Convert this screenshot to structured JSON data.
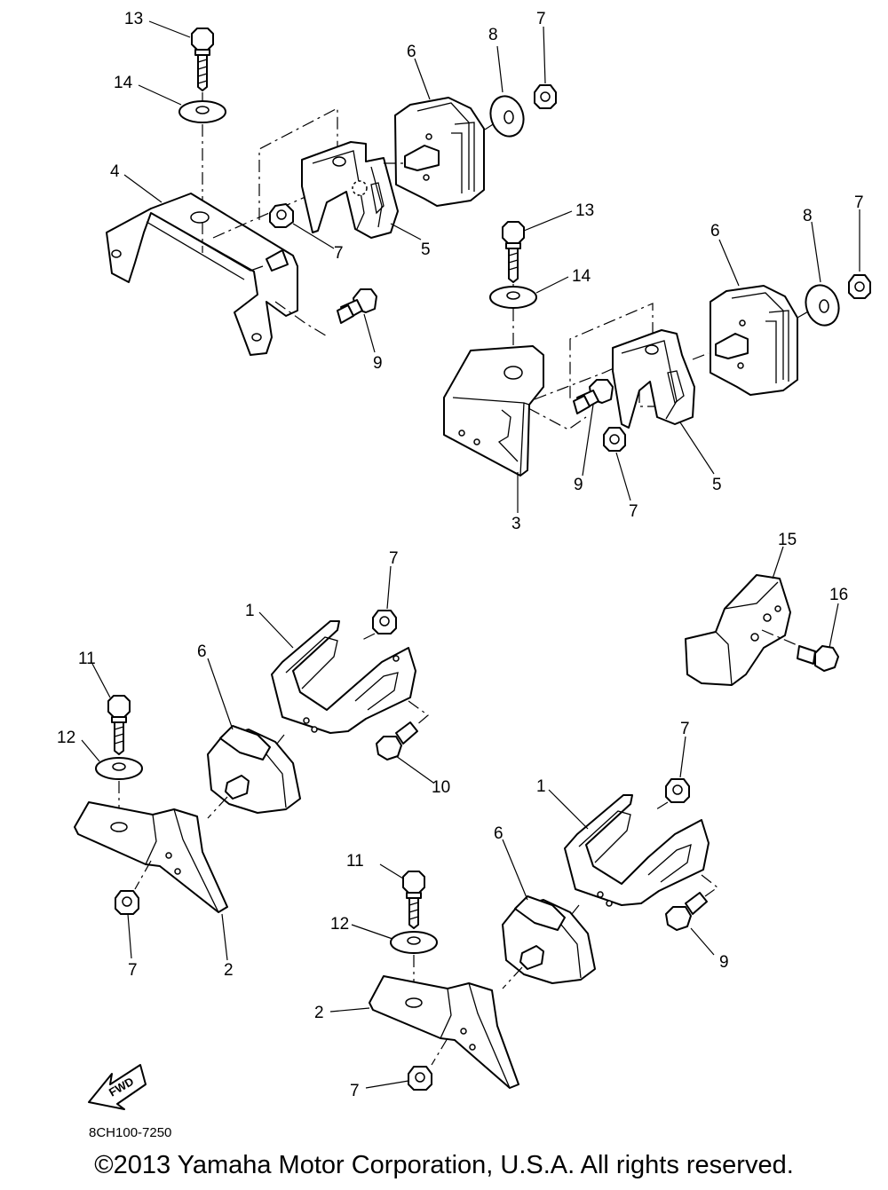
{
  "diagram": {
    "callouts": [
      {
        "id": "c13a",
        "label": "13"
      },
      {
        "id": "c14a",
        "label": "14"
      },
      {
        "id": "c4",
        "label": "4"
      },
      {
        "id": "c6a",
        "label": "6"
      },
      {
        "id": "c8a",
        "label": "8"
      },
      {
        "id": "c7a",
        "label": "7"
      },
      {
        "id": "c7b",
        "label": "7"
      },
      {
        "id": "c5a",
        "label": "5"
      },
      {
        "id": "c9a",
        "label": "9"
      },
      {
        "id": "c13b",
        "label": "13"
      },
      {
        "id": "c14b",
        "label": "14"
      },
      {
        "id": "c6b",
        "label": "6"
      },
      {
        "id": "c8b",
        "label": "8"
      },
      {
        "id": "c7c",
        "label": "7"
      },
      {
        "id": "c9b",
        "label": "9"
      },
      {
        "id": "c7d",
        "label": "7"
      },
      {
        "id": "c5b",
        "label": "5"
      },
      {
        "id": "c3",
        "label": "3"
      },
      {
        "id": "c7e",
        "label": "7"
      },
      {
        "id": "c15",
        "label": "15"
      },
      {
        "id": "c16",
        "label": "16"
      },
      {
        "id": "c1a",
        "label": "1"
      },
      {
        "id": "c6c",
        "label": "6"
      },
      {
        "id": "c11a",
        "label": "11"
      },
      {
        "id": "c12a",
        "label": "12"
      },
      {
        "id": "c10",
        "label": "10"
      },
      {
        "id": "c7f",
        "label": "7"
      },
      {
        "id": "c2a",
        "label": "2"
      },
      {
        "id": "c7g",
        "label": "7"
      },
      {
        "id": "c1b",
        "label": "1"
      },
      {
        "id": "c6d",
        "label": "6"
      },
      {
        "id": "c11b",
        "label": "11"
      },
      {
        "id": "c12b",
        "label": "12"
      },
      {
        "id": "c9c",
        "label": "9"
      },
      {
        "id": "c2b",
        "label": "2"
      },
      {
        "id": "c7h",
        "label": "7"
      }
    ],
    "fwd_label": "FWD",
    "code": "8CH100-7250"
  },
  "footer": {
    "copyright": "©2013 Yamaha Motor Corporation, U.S.A. All rights reserved."
  }
}
